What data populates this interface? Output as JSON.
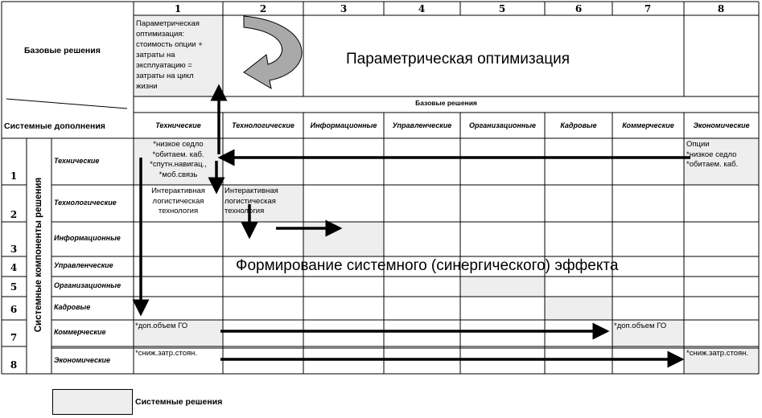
{
  "corner": {
    "base_label": "Базовые решения",
    "sys_label": "Системные дополнения"
  },
  "column_numbers": [
    "1",
    "2",
    "3",
    "4",
    "5",
    "6",
    "7",
    "8"
  ],
  "row_numbers": [
    "1",
    "2",
    "3",
    "4",
    "5",
    "6",
    "7",
    "8"
  ],
  "top_note": "Параметрическая\nоптимизация:\nстоимость опции +\nзатраты на\nэксплуатацию =\nзатраты на цикл\nжизни",
  "param_title": "Параметрическая оптимизация",
  "base_header": "Базовые решения",
  "columns": [
    "Технические",
    "Технологические",
    "Информационные",
    "Управленческие",
    "Организационные",
    "Кадровые",
    "Коммерческие",
    "Экономические"
  ],
  "vertical_label": "Системные компоненты решения",
  "rows": [
    "Технические",
    "Технологические",
    "Информационные",
    "Управленческие",
    "Организационные",
    "Кадровые",
    "Коммерческие",
    "Экономические"
  ],
  "cells": {
    "r1c1": "*низкое седло\n*обитаем. каб.\n*спутн.навигац.,\n*моб.связь",
    "r1c8": "Опции\n*низкое седло\n*обитаем. каб.",
    "r2c1": "Интерактивная\nлогистическая\nтехнология",
    "r2c2": "Интерактивная\nлогистическая\nтехнология",
    "r7c1": "*доп.объем  ГО",
    "r7c7": "*доп.объем  ГО",
    "r8c1": "*сниж.затр.стоян.",
    "r8c8": "*сниж.затр.стоян."
  },
  "synergy_title": "Формирование системного (синергического) эффекта",
  "legend_label": "Системные решения",
  "colors": {
    "shade": "#eeeeee",
    "line": "#000000",
    "arrow_fill": "#a9a9a9"
  }
}
